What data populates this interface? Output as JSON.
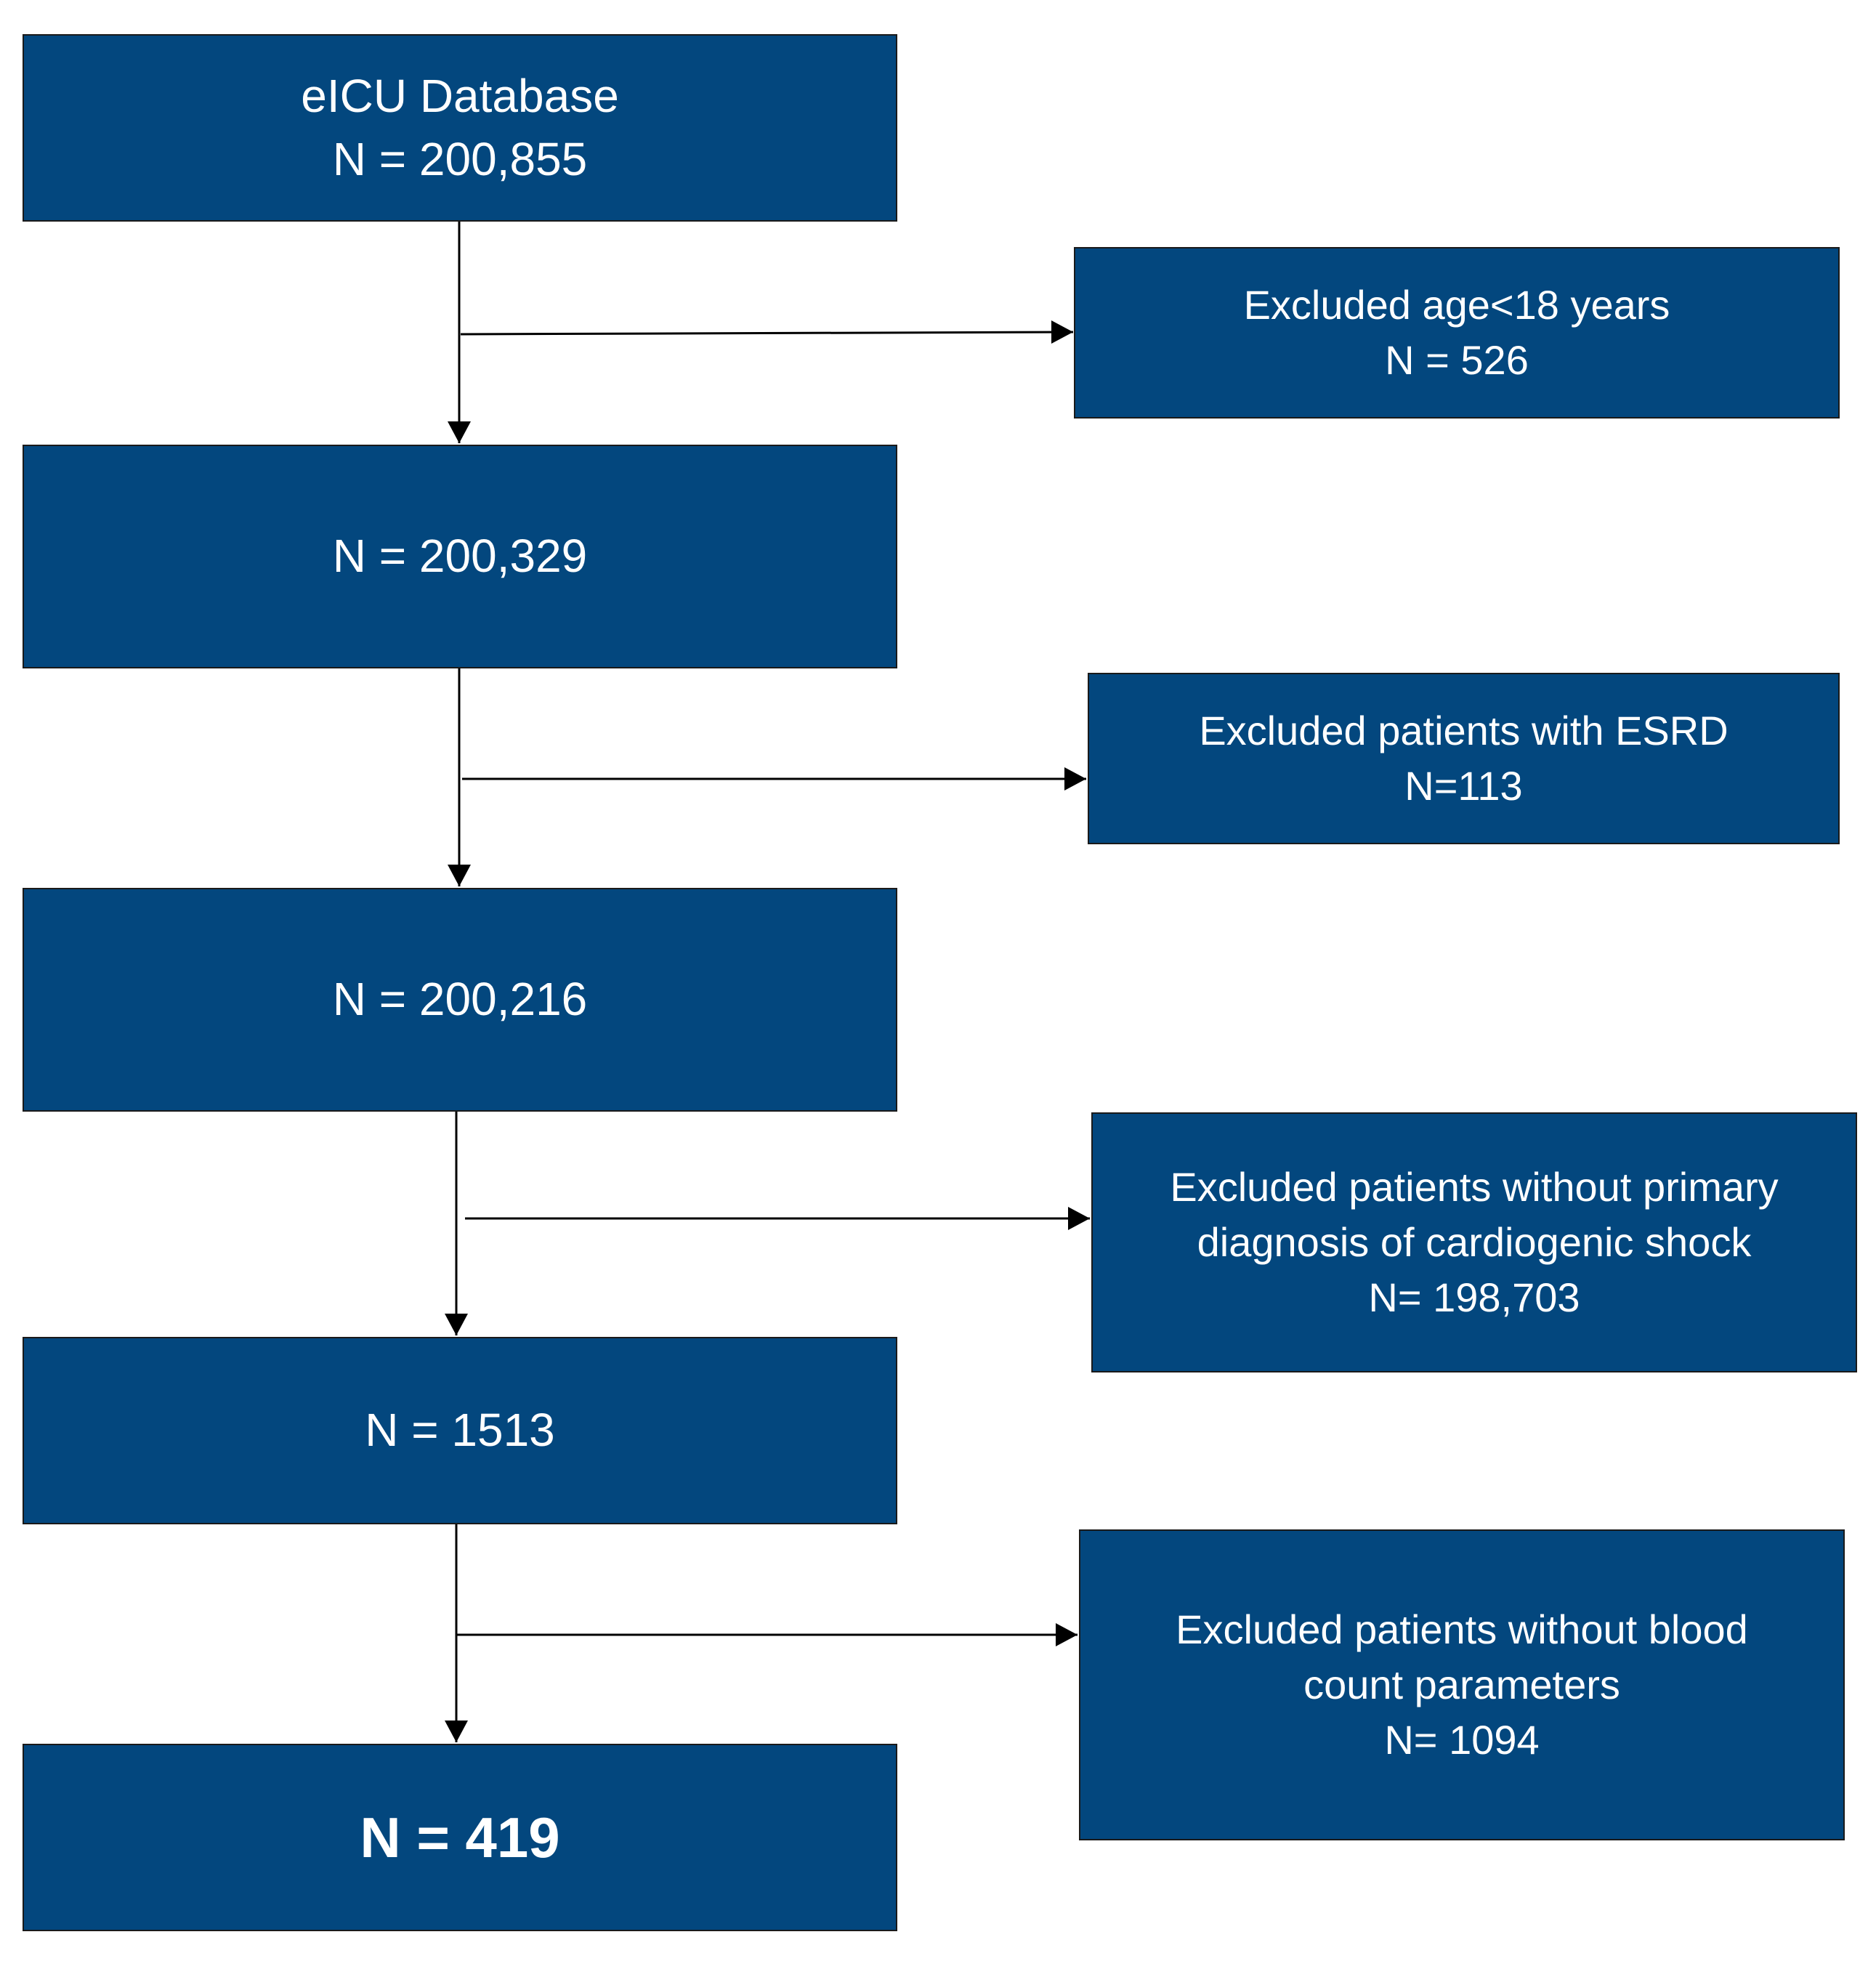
{
  "colors": {
    "box_fill": "#03477e",
    "box_text": "#ffffff",
    "connector": "#000000",
    "background": "#ffffff"
  },
  "flow": {
    "start": {
      "title": "eICU Database",
      "count": "N = 200,855"
    },
    "step1": {
      "count": "N = 200,329"
    },
    "step2": {
      "count": "N = 200,216"
    },
    "step3": {
      "count": "N = 1513"
    },
    "final": {
      "count": "N = 419"
    }
  },
  "exclusions": [
    {
      "lines": [
        "Excluded age<18 years"
      ],
      "count": "N = 526"
    },
    {
      "lines": [
        "Excluded patients with ESRD"
      ],
      "count": "N=113"
    },
    {
      "lines": [
        "Excluded patients without primary",
        "diagnosis of cardiogenic shock"
      ],
      "count": "N= 198,703"
    },
    {
      "lines": [
        "Excluded patients without blood",
        "count parameters"
      ],
      "count": "N= 1094"
    }
  ]
}
